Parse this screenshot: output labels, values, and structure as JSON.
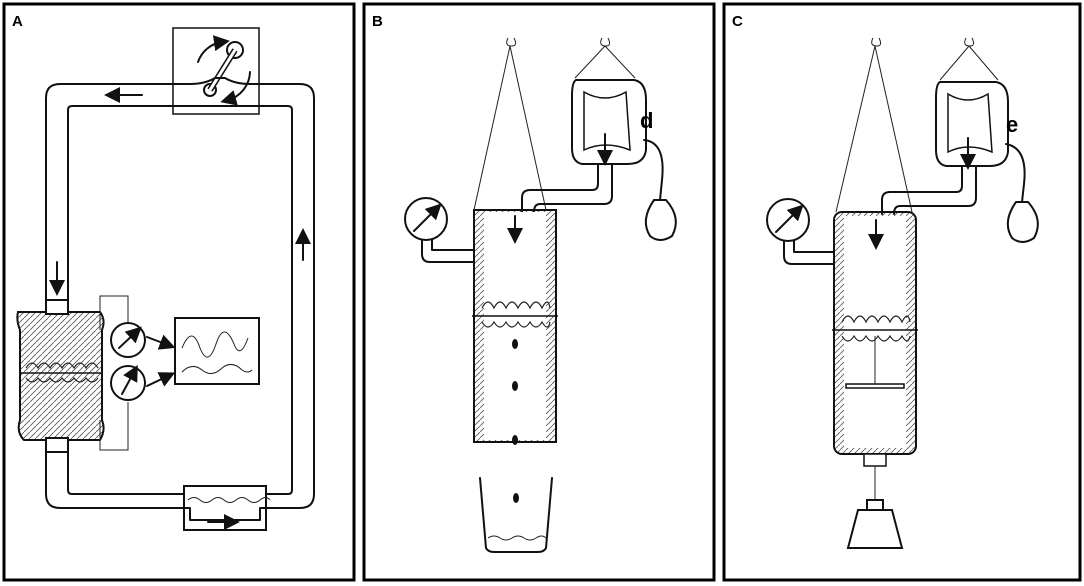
{
  "panels": [
    {
      "id": "A",
      "label": "A"
    },
    {
      "id": "B",
      "label": "B",
      "callout": "d"
    },
    {
      "id": "C",
      "label": "C",
      "callout": "e"
    }
  ]
}
